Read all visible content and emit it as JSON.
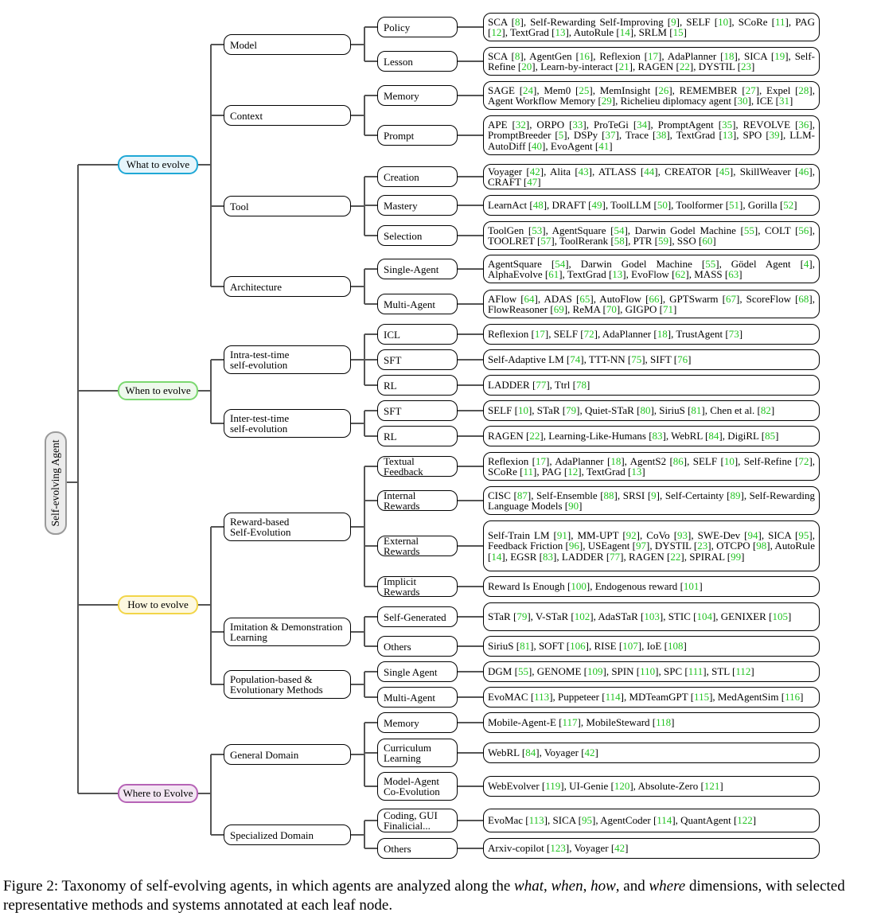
{
  "root": {
    "label": "Self-evolving Agent"
  },
  "colors": {
    "what": {
      "border": "#1fa8d6",
      "fill": "#e6f5fb"
    },
    "when": {
      "border": "#7bd86f",
      "fill": "#eef9ec"
    },
    "how": {
      "border": "#f2d548",
      "fill": "#fdf8e0"
    },
    "where": {
      "border": "#b663b6",
      "fill": "#f3e6f3"
    },
    "citation": "#22c322",
    "lines": "#555555"
  },
  "dimensions": [
    {
      "id": "what",
      "label": "What to evolve",
      "categories": [
        {
          "label": "Model",
          "subs": [
            {
              "label": "Policy",
              "leaf": "SCA [8], Self-Rewarding Self-Improving [9], SELF [10], SCoRe [11], PAG [12], TextGrad [13], AutoRule [14], SRLM [15]"
            },
            {
              "label": "Lesson",
              "leaf": "SCA [8], AgentGen [16], Reflexion [17], AdaPlanner [18], SICA [19], Self-Refine [20], Learn-by-interact [21], RAGEN [22], DYSTIL [23]"
            }
          ]
        },
        {
          "label": "Context",
          "subs": [
            {
              "label": "Memory",
              "leaf": "SAGE [24], Mem0 [25], MemInsight [26], REMEMBER [27], Expel [28], Agent Workflow Memory [29], Richelieu diplomacy agent [30], ICE [31]"
            },
            {
              "label": "Prompt",
              "leaf": "APE [32], ORPO [33], ProTeGi [34], PromptAgent [35], REVOLVE [36], PromptBreeder [5], DSPy [37], Trace [38], TextGrad [13], SPO [39], LLM-AutoDiff [40], EvoAgent [41]"
            }
          ]
        },
        {
          "label": "Tool",
          "subs": [
            {
              "label": "Creation",
              "leaf": "Voyager [42], Alita [43], ATLASS [44], CREATOR [45], SkillWeaver [46], CRAFT [47]"
            },
            {
              "label": "Mastery",
              "leaf": "LearnAct [48], DRAFT [49], ToolLLM [50], Toolformer [51], Gorilla [52]"
            },
            {
              "label": "Selection",
              "leaf": "ToolGen [53], AgentSquare [54], Darwin Godel Machine [55], COLT [56], TOOLRET [57], ToolRerank [58], PTR [59], SSO [60]"
            }
          ]
        },
        {
          "label": "Architecture",
          "subs": [
            {
              "label": "Single-Agent",
              "leaf": "AgentSquare [54], Darwin Godel Machine [55], Gödel Agent [4], AlphaEvolve [61], TextGrad [13], EvoFlow [62], MASS [63]"
            },
            {
              "label": "Multi-Agent",
              "leaf": "AFlow [64], ADAS [65], AutoFlow [66], GPTSwarm [67], ScoreFlow [68], FlowReasoner [69], ReMA [70], GIGPO [71]"
            }
          ]
        }
      ]
    },
    {
      "id": "when",
      "label": "When to evolve",
      "categories": [
        {
          "label": "Intra-test-time\nself-evolution",
          "subs": [
            {
              "label": "ICL",
              "leaf": "Reflexion [17], SELF [72], AdaPlanner [18], TrustAgent [73]"
            },
            {
              "label": "SFT",
              "leaf": "Self-Adaptive LM [74], TTT-NN [75], SIFT [76]"
            },
            {
              "label": "RL",
              "leaf": "LADDER [77], Ttrl [78]"
            }
          ]
        },
        {
          "label": "Inter-test-time\nself-evolution",
          "subs": [
            {
              "label": "SFT",
              "leaf": "SELF [10], STaR [79], Quiet-STaR [80], SiriuS [81], Chen et al. [82]"
            },
            {
              "label": "RL",
              "leaf": "RAGEN [22], Learning-Like-Humans [83], WebRL [84], DigiRL [85]"
            }
          ]
        }
      ]
    },
    {
      "id": "how",
      "label": "How to evolve",
      "categories": [
        {
          "label": "Reward-based\nSelf-Evolution",
          "subs": [
            {
              "label": "Textual Feedback",
              "leaf": "Reflexion [17], AdaPlanner [18], AgentS2 [86], SELF [10], Self-Refine [72], SCoRe [11], PAG [12], TextGrad [13]"
            },
            {
              "label": "Internal Rewards",
              "leaf": "CISC [87], Self-Ensemble [88], SRSI [9], Self-Certainty [89], Self-Rewarding Language Models [90]"
            },
            {
              "label": "External Rewards",
              "leaf": "Self-Train LM [91], MM-UPT [92], CoVo [93], SWE-Dev [94], SICA [95], Feedback Friction [96], USEagent [97], DYSTIL [23], OTCPO [98], AutoRule [14], EGSR [83], LADDER [77], RAGEN [22], SPIRAL [99]"
            },
            {
              "label": "Implicit Rewards",
              "leaf": "Reward Is Enough [100], Endogenous reward [101]"
            }
          ]
        },
        {
          "label": "Imitation & Demonstration\nLearning",
          "subs": [
            {
              "label": "Self-Generated",
              "leaf": "STaR [79], V-STaR [102], AdaSTaR [103], STIC [104], GENIXER [105]"
            },
            {
              "label": "Others",
              "leaf": "SiriuS [81], SOFT [106], RISE [107], IoE [108]"
            }
          ]
        },
        {
          "label": "Population-based &\nEvolutionary Methods",
          "subs": [
            {
              "label": "Single Agent",
              "leaf": "DGM [55], GENOME [109], SPIN [110], SPC [111], STL [112]"
            },
            {
              "label": "Multi-Agent",
              "leaf": "EvoMAC [113], Puppeteer [114], MDTeamGPT [115], MedAgentSim [116]"
            }
          ]
        }
      ]
    },
    {
      "id": "where",
      "label": "Where to Evolve",
      "categories": [
        {
          "label": "General Domain",
          "subs": [
            {
              "label": "Memory",
              "leaf": "Mobile-Agent-E [117], MobileSteward [118]"
            },
            {
              "label": "Curriculum\nLearning",
              "leaf": "WebRL [84], Voyager [42]"
            },
            {
              "label": "Model-Agent\nCo-Evolution",
              "leaf": "WebEvolver [119], UI-Genie [120], Absolute-Zero [121]"
            }
          ]
        },
        {
          "label": "Specialized Domain",
          "subs": [
            {
              "label": "Coding, GUI\nFinalicial...",
              "leaf": "EvoMac [113], SICA [95], AgentCoder [114], QuantAgent [122]"
            },
            {
              "label": "Others",
              "leaf": "Arxiv-copilot [123], Voyager [42]"
            }
          ]
        }
      ]
    }
  ],
  "caption": {
    "prefix": "Figure 2: Taxonomy of self-evolving agents, in which agents are analyzed along the ",
    "w1": "what",
    "s1": ", ",
    "w2": "when",
    "s2": ", ",
    "w3": "how",
    "s3": ", and ",
    "w4": "where",
    "suffix": " dimensions, with selected representative methods and systems annotated at each leaf node."
  }
}
